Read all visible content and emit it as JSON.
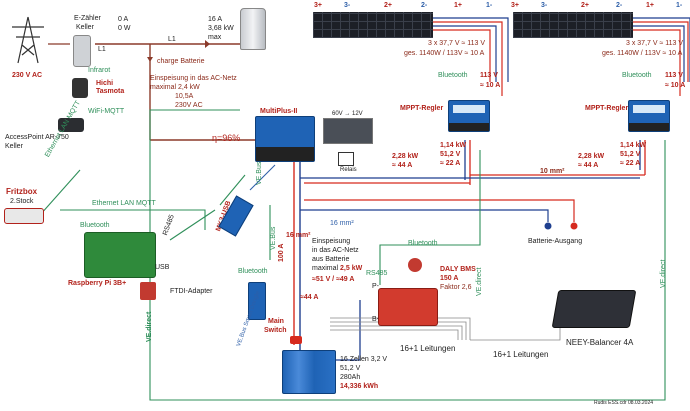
{
  "grid": {
    "voltage": "230 V AC"
  },
  "meter": {
    "title": "E-Zähler",
    "location": "Keller",
    "line": "L1",
    "infrared": "Infrarot"
  },
  "tasmota": {
    "name": "Hichi",
    "name2": "Tasmota",
    "link": "WiFi-MQTT"
  },
  "access_point": {
    "name": "AccessPoint AR-750",
    "location": "Keller"
  },
  "fritzbox": {
    "name": "Fritzbox",
    "floor": "2.Stock",
    "ethernet_link": "Ethernet  LAN  MQTT",
    "ethernet_link2": "Ethernet  LAN  MQTT"
  },
  "grid_flow": {
    "current": "0 A",
    "power": "0 W",
    "line": "L1"
  },
  "kettle": {
    "current": "16 A",
    "power": "3,68 kW",
    "limit": "max"
  },
  "charge_label": "charge Batterie",
  "feed_in_ac": {
    "l1": "Einspeisung in das AC-Netz",
    "l2": "maximal 2,4 kW",
    "l3": "10,5A",
    "l4": "230V AC"
  },
  "multiplus": {
    "name": "MultiPlus-II",
    "efficiency": "η=96%"
  },
  "converter": {
    "label": "60V → 12V"
  },
  "relay": {
    "label": "Relais"
  },
  "strings": {
    "left": [
      "3+",
      "3-",
      "2+",
      "2-",
      "1+",
      "1-"
    ],
    "right": [
      "3+",
      "3-",
      "2+",
      "2-",
      "1+",
      "1-"
    ]
  },
  "array_left": {
    "l1": "3 x 37,7 V ≈ 113 V",
    "l2": "ges.  1140W / 113V ≈ 10 A"
  },
  "array_right": {
    "l1": "3 x 37,7 V ≈ 113 V",
    "l2": "ges.  1140W / 113V ≈ 10 A"
  },
  "mppt_left": {
    "bt": "Bluetooth",
    "v": "113 V",
    "a": "≈ 10 A",
    "name": "MPPT-Regler",
    "p": "1,14 kW",
    "u": "51,2 V",
    "i": "≈ 22 A",
    "out_p": "2,28 kW",
    "out_i": "≈ 44 A"
  },
  "mppt_right": {
    "bt": "Bluetooth",
    "v": "113 V",
    "a": "≈ 10 A",
    "name": "MPPT-Regler",
    "p": "1,14 kW",
    "u": "51,2 V",
    "i": "≈ 22 A",
    "out_p": "2,28 kW",
    "out_i": "≈ 44 A"
  },
  "cables": {
    "c10": "10 mm²",
    "c16": "16 mm²",
    "c16b": "16 mm²",
    "fuse": "100 A"
  },
  "raspberry": {
    "bt": "Bluetooth",
    "name": "Raspberry Pi 3B+",
    "rs485": "RS485",
    "usb": "USB",
    "mkusb": "MK3-USB",
    "ftdi": "FTDI-Adapter"
  },
  "vebus": {
    "a": "VE.Bus",
    "b": "VE.Bus",
    "smart": "VE.Bus Smart Dongle",
    "bt": "Bluetooth"
  },
  "battery_output": "Batterie-Ausgang",
  "feed_in_batt": {
    "l1": "Einspeisung",
    "l2": "in das AC-Netz",
    "l3": "aus Batterie",
    "l4": "maximal",
    "l4v": "2,5 kW",
    "l5a": "≈51 V  /  ≈49 A",
    "l6": "≈44 A"
  },
  "main_switch": {
    "l1": "Main",
    "l2": "Switch"
  },
  "bms": {
    "bt": "Bluetooth",
    "name": "DALY BMS",
    "current": "150 A",
    "factor": "Faktor 2,6",
    "rs485": "RS485",
    "pminus": "P-",
    "bminus": "B-",
    "leads": "16+1 Leitungen"
  },
  "battery": {
    "cells": "16 Zellen 3,2 V",
    "voltage": "51,2 V",
    "capacity": "280Ah",
    "energy": "14,336 kWh"
  },
  "balancer": {
    "name": "NEEY-Balancer 4A",
    "leads": "16+1 Leitungen"
  },
  "vedirect": {
    "left": "VE.direct",
    "mid": "VE.direct",
    "right": "VE.direct"
  },
  "footer": {
    "file": "Rudis ESS.cdr",
    "date": "08.03.2024"
  },
  "colors": {
    "ac_wire": "#b2221b",
    "dc_plus": "#d62a1e",
    "dc_minus": "#1f3f8f",
    "data": "#2f8f5a",
    "dark_wire": "#8b3a2a"
  }
}
